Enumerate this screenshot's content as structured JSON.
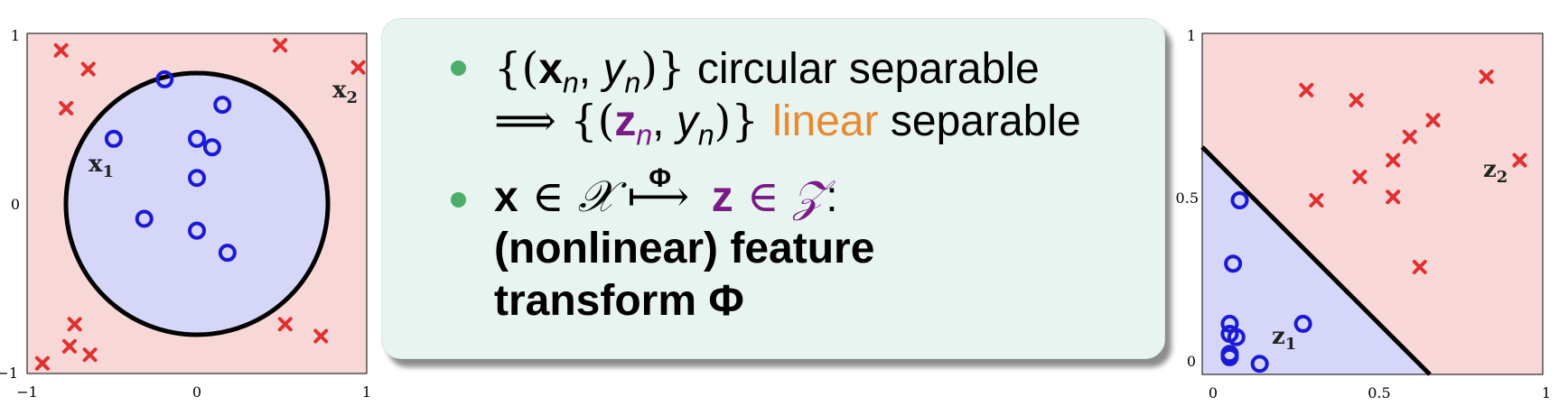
{
  "left_plot": {
    "x_ticks": [
      "−1",
      "0",
      "1"
    ],
    "y_ticks": [
      "−1",
      "0",
      "1"
    ],
    "label_x1": "x",
    "label_x1_sub": "1",
    "label_x2": "x",
    "label_x2_sub": "2"
  },
  "right_plot": {
    "x_ticks": [
      "0",
      "0.5",
      "1"
    ],
    "y_ticks": [
      "0",
      "0.5",
      "1"
    ],
    "label_z1": "z",
    "label_z1_sub": "1",
    "label_z2": "z",
    "label_z2_sub": "2"
  },
  "box": {
    "b1_open": "{(",
    "b1_x": "x",
    "b1_n1": "n",
    "b1_comma": ", ",
    "b1_y": "y",
    "b1_n2": "n",
    "b1_close": ")}",
    "b1_text": " circular separable",
    "b1l2_implies": "⟹ ",
    "b1l2_open": "{(",
    "b1l2_z": "z",
    "b1l2_n1": "n",
    "b1l2_comma": ", ",
    "b1l2_y": "y",
    "b1l2_n2": "n",
    "b1l2_close": ")} ",
    "b1l2_linear": "linear",
    "b1l2_text": " separable",
    "b2_x": "x",
    "b2_in1": " ∈ ",
    "b2_X": "𝒳",
    "b2_arrow": "⟼",
    "b2_phi": "Φ",
    "b2_z": "z",
    "b2_in2": " ∈ ",
    "b2_Z": "𝒵",
    "b2_colon": ":",
    "b2_line2": "(nonlinear) feature",
    "b2_line3": "transform Φ"
  },
  "colors": {
    "pos_region": "#d6d6f8",
    "neg_region": "#f8d7d7",
    "circle_marker": "#1a1ad6",
    "cross_marker": "#e03030",
    "bullet": "#4cae6a",
    "accent_purple": "#7a1a86",
    "accent_orange": "#ea8a30"
  },
  "chart_data": [
    {
      "type": "scatter",
      "xlim": [
        -1,
        1
      ],
      "ylim": [
        -1,
        1
      ],
      "decision_boundary": {
        "shape": "circle",
        "center": [
          0,
          0
        ],
        "radius": 0.77
      },
      "series": [
        {
          "marker": "circle",
          "values": [
            [
              -0.19,
              0.73
            ],
            [
              0.15,
              0.58
            ],
            [
              -0.49,
              0.38
            ],
            [
              0.0,
              0.38
            ],
            [
              0.09,
              0.33
            ],
            [
              0.0,
              0.15
            ],
            [
              -0.31,
              -0.09
            ],
            [
              0.0,
              -0.16
            ],
            [
              0.18,
              -0.29
            ]
          ]
        },
        {
          "marker": "cross",
          "values": [
            [
              -0.8,
              0.9
            ],
            [
              0.49,
              0.93
            ],
            [
              -0.64,
              0.79
            ],
            [
              0.95,
              0.8
            ],
            [
              -0.77,
              0.56
            ],
            [
              -0.72,
              -0.71
            ],
            [
              0.52,
              -0.71
            ],
            [
              0.73,
              -0.78
            ],
            [
              -0.75,
              -0.84
            ],
            [
              -0.63,
              -0.89
            ],
            [
              -0.91,
              -0.94
            ]
          ]
        }
      ]
    },
    {
      "type": "scatter",
      "xlim": [
        0,
        1
      ],
      "ylim": [
        0,
        1
      ],
      "decision_boundary": {
        "shape": "line",
        "points": [
          [
            0,
            0.63
          ],
          [
            0.67,
            0
          ]
        ]
      },
      "series": [
        {
          "marker": "circle",
          "values": [
            [
              0.08,
              0.5
            ],
            [
              0.06,
              0.31
            ],
            [
              0.05,
              0.13
            ],
            [
              0.05,
              0.1
            ],
            [
              0.07,
              0.09
            ],
            [
              0.05,
              0.04
            ],
            [
              0.05,
              0.03
            ],
            [
              0.14,
              0.01
            ],
            [
              0.27,
              0.13
            ]
          ]
        },
        {
          "marker": "cross",
          "values": [
            [
              0.28,
              0.83
            ],
            [
              0.43,
              0.8
            ],
            [
              0.82,
              0.87
            ],
            [
              0.59,
              0.69
            ],
            [
              0.66,
              0.74
            ],
            [
              0.92,
              0.62
            ],
            [
              0.44,
              0.57
            ],
            [
              0.54,
              0.62
            ],
            [
              0.54,
              0.51
            ],
            [
              0.31,
              0.5
            ],
            [
              0.62,
              0.3
            ]
          ]
        }
      ]
    }
  ]
}
